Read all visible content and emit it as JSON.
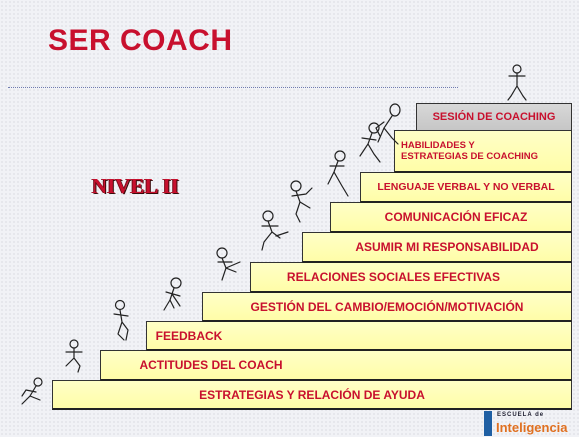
{
  "slide": {
    "title": "SER COACH",
    "level": "NIVEL II"
  },
  "steps": [
    {
      "label": "ESTRATEGIAS Y RELACIÓN DE AYUDA"
    },
    {
      "label": "ACTITUDES DEL COACH"
    },
    {
      "label": "FEEDBACK"
    },
    {
      "label": "GESTIÓN DEL CAMBIO/EMOCIÓN/MOTIVACIÓN"
    },
    {
      "label": "RELACIONES SOCIALES EFECTIVAS"
    },
    {
      "label": "ASUMIR MI RESPONSABILIDAD"
    },
    {
      "label": "COMUNICACIÓN EFICAZ"
    },
    {
      "label": "LENGUAJE VERBAL Y NO VERBAL"
    },
    {
      "label_line1": "HABILIDADES Y",
      "label_line2": "ESTRATEGIAS DE COACHING"
    },
    {
      "label": "SESIÓN DE COACHING"
    }
  ],
  "logo": {
    "line1": "ESCUELA de",
    "line2": "Inteligencia"
  },
  "colors": {
    "title": "#c8102e",
    "step_fill": "#fffdb0",
    "top_step_fill": "#cfcfcf",
    "background": "#f1f2f6"
  },
  "icons": [
    "stick-figure-icon"
  ]
}
